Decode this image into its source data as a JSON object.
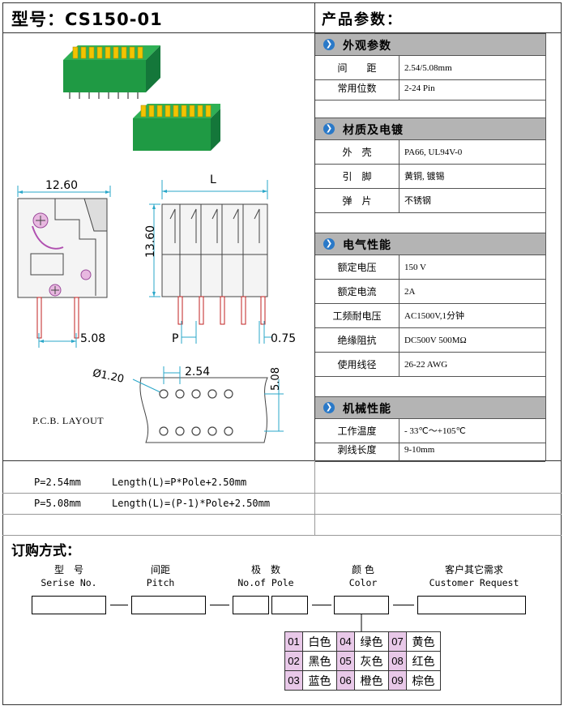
{
  "header": {
    "title": "型号：CS150-01",
    "params_title": "产品参数："
  },
  "sections": [
    {
      "title": "外观参数",
      "rows": [
        {
          "key": "间　　距",
          "value": "2.54/5.08mm"
        },
        {
          "key": "常用位数",
          "value": "2-24 Pin"
        }
      ]
    },
    {
      "title": "材质及电镀",
      "rows": [
        {
          "key": "外　壳",
          "value": "PA66, UL94V-0"
        },
        {
          "key": "引　脚",
          "value": "黄铜, 镀锡"
        },
        {
          "key": "弹　片",
          "value": "不锈钢"
        }
      ]
    },
    {
      "title": "电气性能",
      "rows": [
        {
          "key": "额定电压",
          "value": "150 V"
        },
        {
          "key": "额定电流",
          "value": "2A"
        },
        {
          "key": "工频耐电压",
          "value": "AC1500V,1分钟"
        },
        {
          "key": "绝缘阻抗",
          "value": "DC500V 500MΩ"
        },
        {
          "key": "使用线径",
          "value": "26-22 AWG"
        }
      ]
    },
    {
      "title": "机械性能",
      "rows": [
        {
          "key": "工作温度",
          "value": "- 33℃～+105℃"
        },
        {
          "key": "剥线长度",
          "value": "9-10mm"
        }
      ]
    }
  ],
  "drawing": {
    "dim_width": "12.60",
    "dim_height": "13.60",
    "dim_pin_spacing": "5.08",
    "dim_L": "L",
    "dim_P": "P",
    "dim_pin_width": "0.75",
    "pcb_hole": "Ø1.20",
    "pcb_pitch": "2.54",
    "pcb_row": "5.08",
    "pcb_label": "P.C.B. LAYOUT"
  },
  "formulas": [
    {
      "pitch": "P=2.54mm",
      "length": "Length(L)=P*Pole+2.50mm"
    },
    {
      "pitch": "P=5.08mm",
      "length": "Length(L)=(P-1)*Pole+2.50mm"
    }
  ],
  "ordering": {
    "title": "订购方式：",
    "fields": [
      {
        "cn": "型　号",
        "en": "Serise No."
      },
      {
        "cn": "间距",
        "en": "Pitch"
      },
      {
        "cn": "极　数",
        "en": "No.of Pole"
      },
      {
        "cn": "颜 色",
        "en": "Color"
      },
      {
        "cn": "客户其它需求",
        "en": "Customer Request"
      }
    ],
    "colors": [
      [
        {
          "code": "01",
          "name": "白色"
        },
        {
          "code": "04",
          "name": "绿色"
        },
        {
          "code": "07",
          "name": "黄色"
        }
      ],
      [
        {
          "code": "02",
          "name": "黑色"
        },
        {
          "code": "05",
          "name": "灰色"
        },
        {
          "code": "08",
          "name": "红色"
        }
      ],
      [
        {
          "code": "03",
          "name": "蓝色"
        },
        {
          "code": "06",
          "name": "橙色"
        },
        {
          "code": "09",
          "name": "棕色"
        }
      ]
    ]
  },
  "palette": {
    "connector_green": "#1f9a44",
    "spring_yellow": "#f2c400",
    "section_gray": "#b4b4b4",
    "bullet_blue": "#2a79c8",
    "dim_cyan": "#2aa7c9",
    "color_code_bg": "#e8c8e8"
  }
}
